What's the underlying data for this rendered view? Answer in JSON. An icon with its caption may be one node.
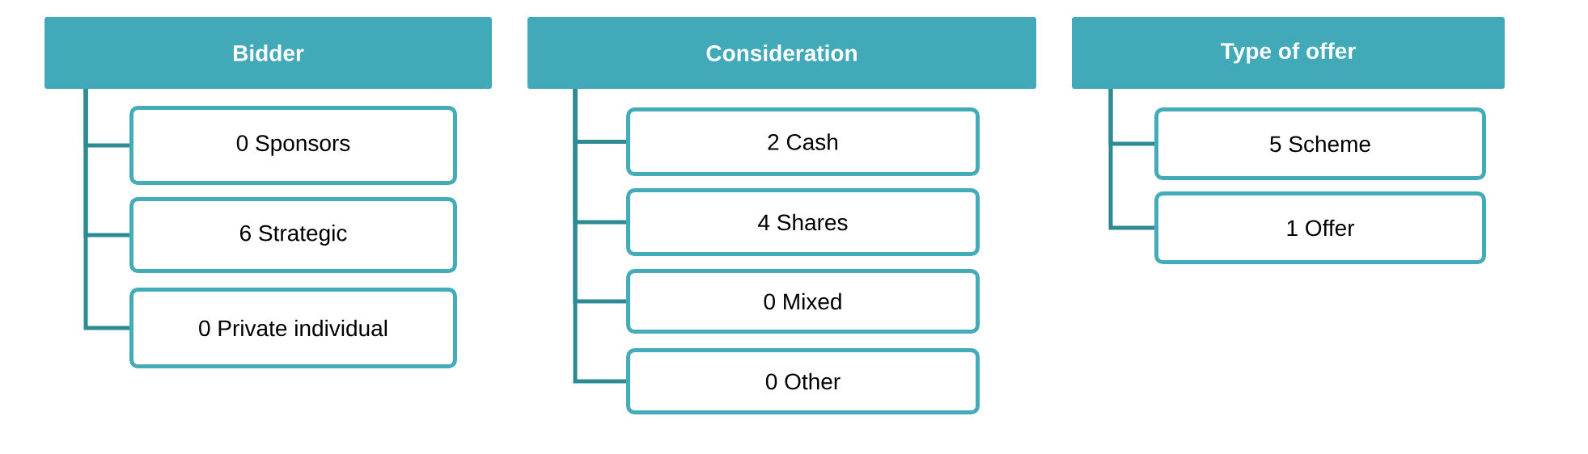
{
  "diagram": {
    "nodes": [
      {
        "text": [
          "Bidder"
        ]
      },
      {
        "text": [
          "0 Sponsors"
        ]
      },
      {
        "text": [
          "6 Strategic"
        ]
      },
      {
        "text": [
          "0 Private individual"
        ]
      },
      {
        "text": [
          "Consideration"
        ]
      },
      {
        "text": [
          "2 Cash"
        ]
      },
      {
        "text": [
          "4 Shares"
        ]
      },
      {
        "text": [
          "0 Mixed"
        ]
      },
      {
        "text": [
          "0 Other"
        ]
      },
      {
        "text": [
          "Type of offer"
        ]
      },
      {
        "text": [
          "5 Scheme"
        ]
      },
      {
        "text": [
          "1 Offer"
        ]
      }
    ],
    "edges": [
      {
        "from": 0,
        "to": 1,
        "arrow": "none"
      },
      {
        "from": 0,
        "to": 2,
        "arrow": "none"
      },
      {
        "from": 0,
        "to": 3,
        "arrow": "none"
      },
      {
        "from": 4,
        "to": 5,
        "arrow": "none"
      },
      {
        "from": 4,
        "to": 6,
        "arrow": "none"
      },
      {
        "from": 4,
        "to": 7,
        "arrow": "none"
      },
      {
        "from": 4,
        "to": 8,
        "arrow": "none"
      },
      {
        "from": 9,
        "to": 10,
        "arrow": "none"
      },
      {
        "from": 9,
        "to": 11,
        "arrow": "none"
      }
    ]
  }
}
